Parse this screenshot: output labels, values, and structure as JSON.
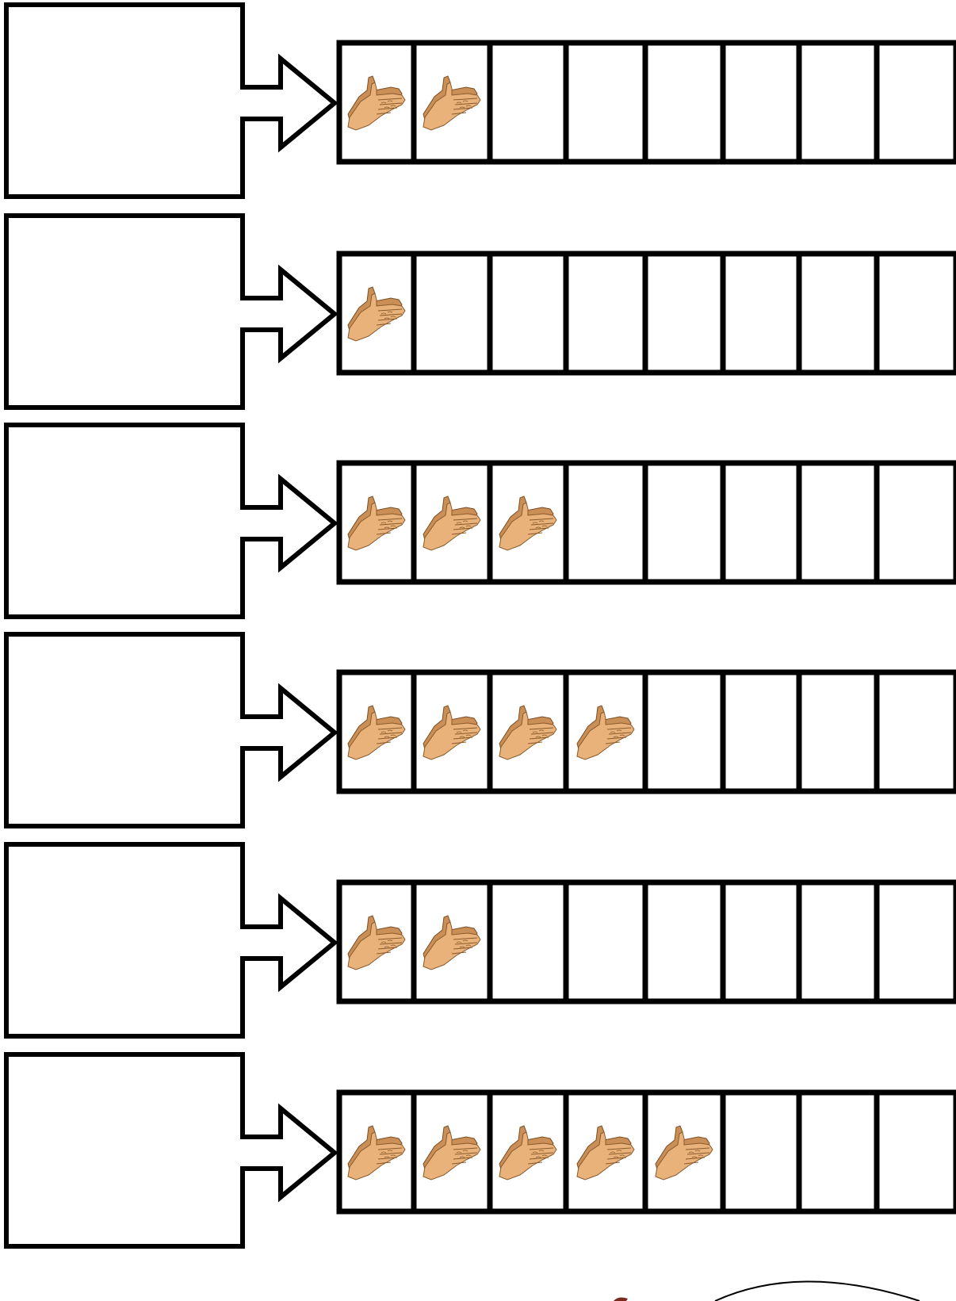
{
  "worksheet": {
    "cells_per_row": 8,
    "rows": [
      {
        "hand_claps": 2,
        "answer": ""
      },
      {
        "hand_claps": 1,
        "answer": ""
      },
      {
        "hand_claps": 3,
        "answer": ""
      },
      {
        "hand_claps": 4,
        "answer": ""
      },
      {
        "hand_claps": 2,
        "answer": ""
      },
      {
        "hand_claps": 5,
        "answer": ""
      }
    ],
    "icon": "clapping-hands-icon",
    "colors": {
      "line": "#000000",
      "skin": "#e8b27a",
      "skin_shadow": "#c98f57",
      "background": "#ffffff"
    }
  }
}
